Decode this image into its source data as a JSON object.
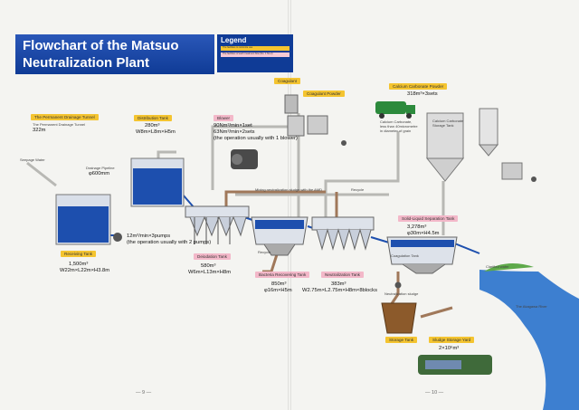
{
  "title_lines": [
    "Flowchart of the Matsuo",
    "Neutralization Plant"
  ],
  "legend": {
    "title": "Legend",
    "item_yellow": "The facilities to minimize use",
    "item_pink": "The facilities of each treatment flow (No. 1 No.2)"
  },
  "labels": {
    "tunnel_tag": "The Permanent Drainage Tunnel",
    "tunnel_sub": "The Permanent Drainage Tunnel",
    "tunnel_len": "322m",
    "seepage": "Seepage Water",
    "pipeline": "Drainage Pipeline",
    "pipeline_dia": "φ600mm",
    "receiving_tag": "Receiving Tank",
    "receiving_spec1": "1,500m³",
    "receiving_spec2": "W22m×L22m×H3.8m",
    "pumps1": "12m³/min×3pumps",
    "pumps2": "(the operation usually with 2 pumps)",
    "distribution_tag": "Distribution Tank",
    "distribution_spec1": "280m³",
    "distribution_spec2": "W8m×L8m×H5m",
    "blower_tag": "Blower",
    "blower_spec1": "90Nm³/min×1set",
    "blower_spec2": "63Nm³/min×2sets",
    "blower_spec3": "(the operation usually with 1 blower)",
    "deiodation_tag": "Deiodation Tank",
    "deiodation_spec1": "580m³",
    "deiodation_spec2": "W6m×L13m×H8m",
    "mixing": "Mixing neutralization sludge with the AMD",
    "recycle1": "Recycle",
    "recycle2": "Recycle",
    "bacteria_tag": "Bacteria Recovering Tank",
    "bacteria_spec1": "850m³",
    "bacteria_spec2": "φ16m×H5m",
    "coagulant_tag": "Coagulant",
    "coag_powder_tag": "Coagulant Powder",
    "neutralization_tag": "Neutralization Tank",
    "neutralization_spec1": "383m³",
    "neutralization_spec2": "W2.75m×L2.75m×H8m×8blocks",
    "caco3_tag": "Calcium Carbonate Powder",
    "caco3_spec": "318m³×3sets",
    "caco3_note1": "Calcium Carbonate,",
    "caco3_note2": "less than 40micrometre",
    "caco3_note3": "in diameter of grain",
    "caco3_storage1": "Calcium Carbonate",
    "caco3_storage2": "Storage Tank",
    "separation_tag": "Solid-Liquid Separation Tank",
    "separation_spec1": "3,278m³",
    "separation_spec2": "φ30m×H4.5m",
    "clarified": "Clarified water",
    "coag_tank": "Coagulation Tank",
    "neut_sludge": "Neutralization sludge",
    "river": "The Akagawa River",
    "storage_tag": "Storage Tank",
    "sludge_tank_tag": "Sludge Storage Yard",
    "sludge_spec": "2×10⁶m³",
    "page_left": "— 9 —",
    "page_right": "— 10 —"
  },
  "colors": {
    "title_blue": "#0f3b96",
    "tag_yellow": "#f4c430",
    "tag_pink": "#f3b8c9",
    "water_blue": "#1d4fae",
    "pipe_brown": "#a0785a",
    "sludge_brown": "#8c5a2b"
  }
}
